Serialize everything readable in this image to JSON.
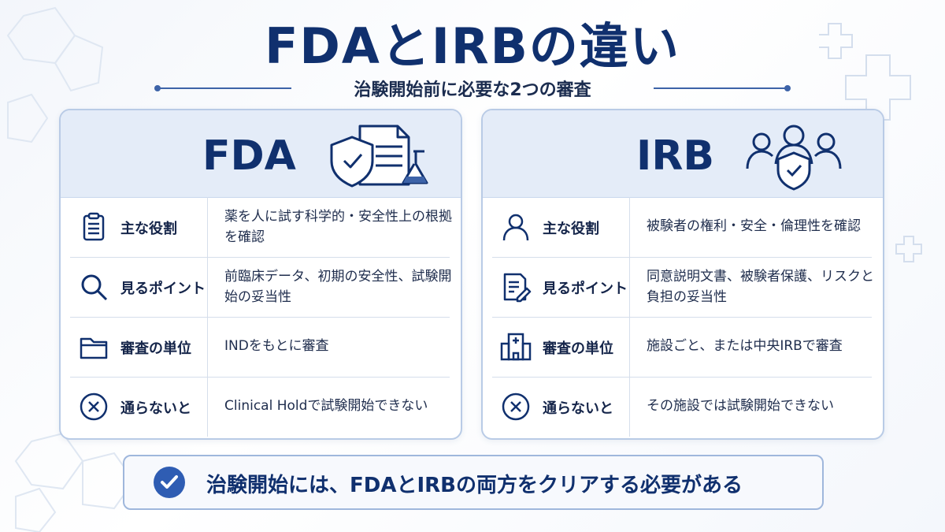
{
  "title": "FDAとIRBの違い",
  "subtitle": "治験開始前に必要な2つの審査",
  "colors": {
    "primary": "#10306e",
    "accent": "#3d63a8",
    "card_header_bg": "#e4ecf8"
  },
  "fda": {
    "heading": "FDA",
    "header_icon": "shield-document-flask-icon",
    "rows": [
      {
        "icon": "clipboard-icon",
        "label": "主な役割",
        "value": "薬を人に試す科学的・安全性上の根拠を確認"
      },
      {
        "icon": "magnifier-icon",
        "label": "見るポイント",
        "value": "前臨床データ、初期の安全性、試験開始の妥当性"
      },
      {
        "icon": "folder-icon",
        "label": "審査の単位",
        "value": "INDをもとに審査"
      },
      {
        "icon": "cross-circle-icon",
        "label": "通らないと",
        "value": "Clinical Holdで試験開始できない"
      }
    ]
  },
  "irb": {
    "heading": "IRB",
    "header_icon": "people-shield-icon",
    "rows": [
      {
        "icon": "person-icon",
        "label": "主な役割",
        "value": "被験者の権利・安全・倫理性を確認"
      },
      {
        "icon": "document-pen-icon",
        "label": "見るポイント",
        "value": "同意説明文書、被験者保護、リスクと負担の妥当性"
      },
      {
        "icon": "hospital-icon",
        "label": "審査の単位",
        "value": "施設ごと、または中央IRBで審査"
      },
      {
        "icon": "cross-circle-icon",
        "label": "通らないと",
        "value": "その施設では試験開始できない"
      }
    ]
  },
  "banner": {
    "icon": "check-circle-icon",
    "text": "治験開始には、FDAとIRBの両方をクリアする必要がある"
  }
}
